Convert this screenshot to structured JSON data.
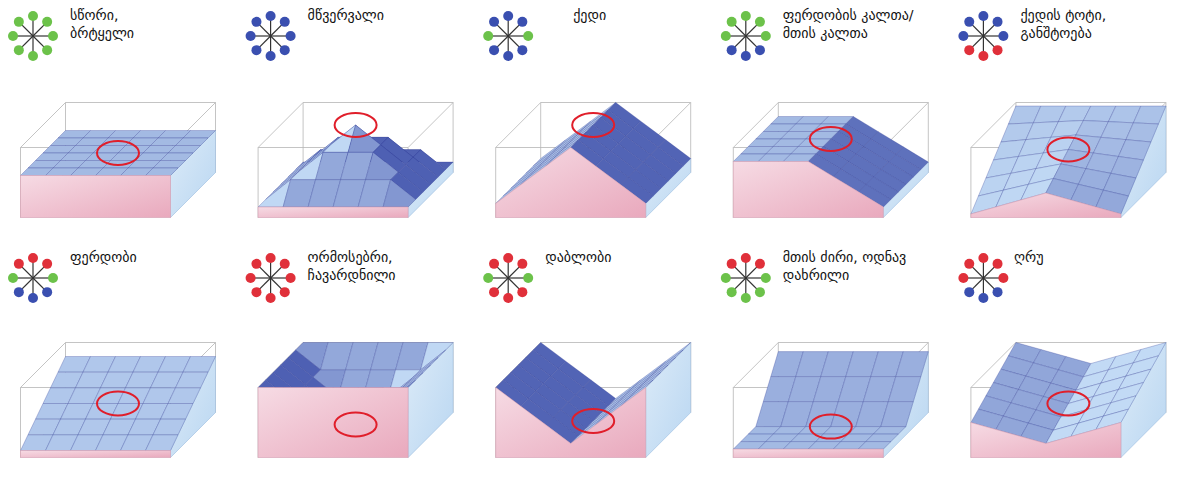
{
  "diagram": {
    "labels": [
      "სწორი, ბრტყელი",
      "მწვერვალი",
      "ქედი",
      "ფერდობის კალთა/ მთის კალთა",
      "ქედის ტოტი, განშტოება",
      "ფერდობი",
      "ორმოსებრი, ჩავარდნილი",
      "დაბლობი",
      "მთის ძირი, ოდნავ დახრილი",
      "ღრუ"
    ]
  }
}
